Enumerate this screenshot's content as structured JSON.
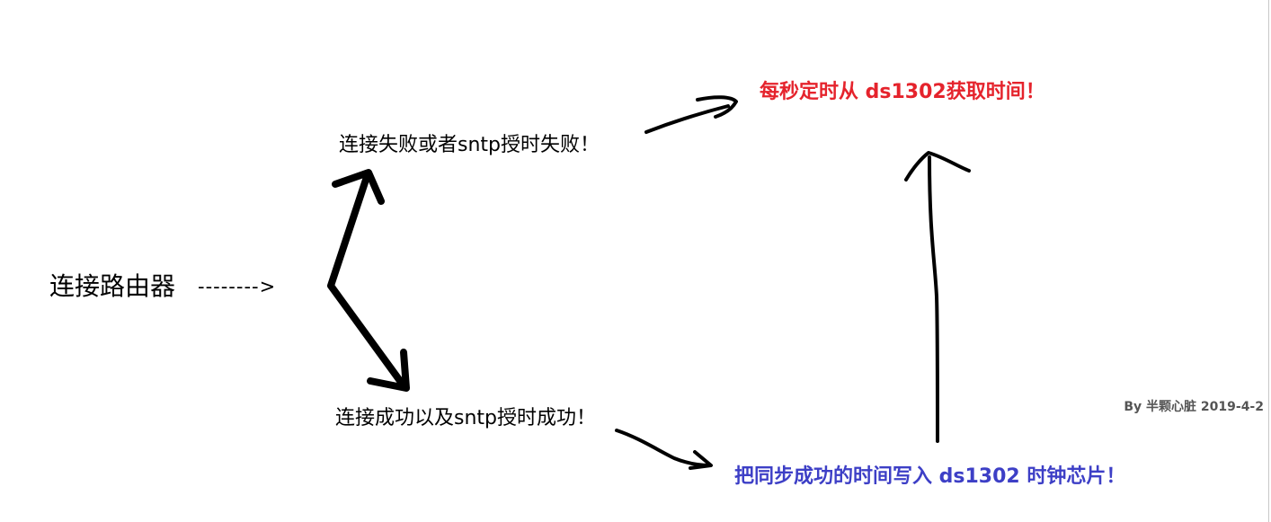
{
  "nodes": {
    "router": "连接路由器",
    "dashed_arrow": "-------->",
    "failure": "连接失败或者sntp授时失败！",
    "success": "连接成功以及sntp授时成功！",
    "read_rtc": "每秒定时从 ds1302获取时间！",
    "write_rtc": "把同步成功的时间写入 ds1302 时钟芯片！"
  },
  "credit": "By 半颗心脏 2019-4-2",
  "colors": {
    "read_rtc": "#e5232c",
    "write_rtc": "#3d3fc6",
    "credit": "#555555",
    "text": "#000000",
    "arrow": "#000000"
  }
}
